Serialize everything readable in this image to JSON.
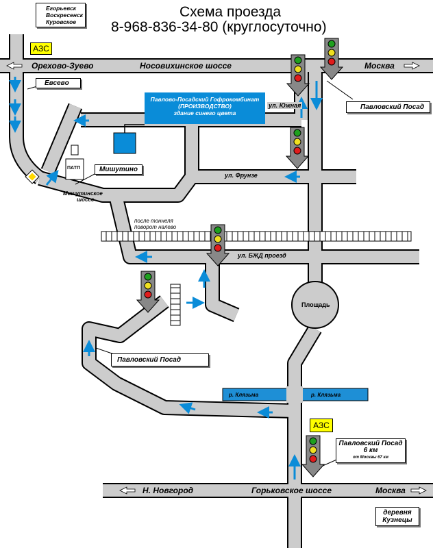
{
  "header": {
    "title": "Схема проезда",
    "phone": "8-968-836-34-80 (круглосуточно)"
  },
  "colors": {
    "road": "#cccccc",
    "road_edge": "#000000",
    "accent_blue": "#0a8cd8",
    "river": "#1e8fd6",
    "azs_yellow": "#ffff00",
    "light_red": "#e11c1c",
    "light_yellow": "#f0e020",
    "light_green": "#1ea01e"
  },
  "labels": {
    "north_dirs": [
      "Егорьевск",
      "Воскресенск",
      "Куровское"
    ],
    "azs_top": "АЗС",
    "azs_bottom": "АЗС",
    "orekhovo": "Орехово-Зуево",
    "nosovikh": "Носовихинское шоссе",
    "moskva_top": "Москва",
    "evsevo": "Евсевo",
    "factory": [
      "Павлово-Посадский Гофрокомбинат",
      "(ПРОИЗВОДСТВО)",
      "здание синего цвета"
    ],
    "ul_yuzhnaya": "ул. Южная",
    "pavlovsky_posad_top": "Павловский Посад",
    "patp": "ПАТП",
    "mishutino": "Мишутино",
    "ul_frunze": "ул. Фрунзе",
    "mishutinskoe": [
      "Мишутинское",
      "шоссе"
    ],
    "after_tunnel": [
      "после тоннеля",
      "поворот налево"
    ],
    "ul_bzhd": "ул. БЖД проезд",
    "ploshad": "Площадь",
    "pavlovsky_posad_mid": "Павловский Посад",
    "river1": "р. Клязьма",
    "river2": "р. Клязьма",
    "pp_6km": [
      "Павловский Посад",
      "6 км",
      "от Москвы 67 км"
    ],
    "n_novgorod": "Н. Новгород",
    "gorkovskoe": "Горьковское шоссе",
    "moskva_bottom": "Москва",
    "kuznetsy": [
      "деревня",
      "Кузнецы"
    ]
  }
}
